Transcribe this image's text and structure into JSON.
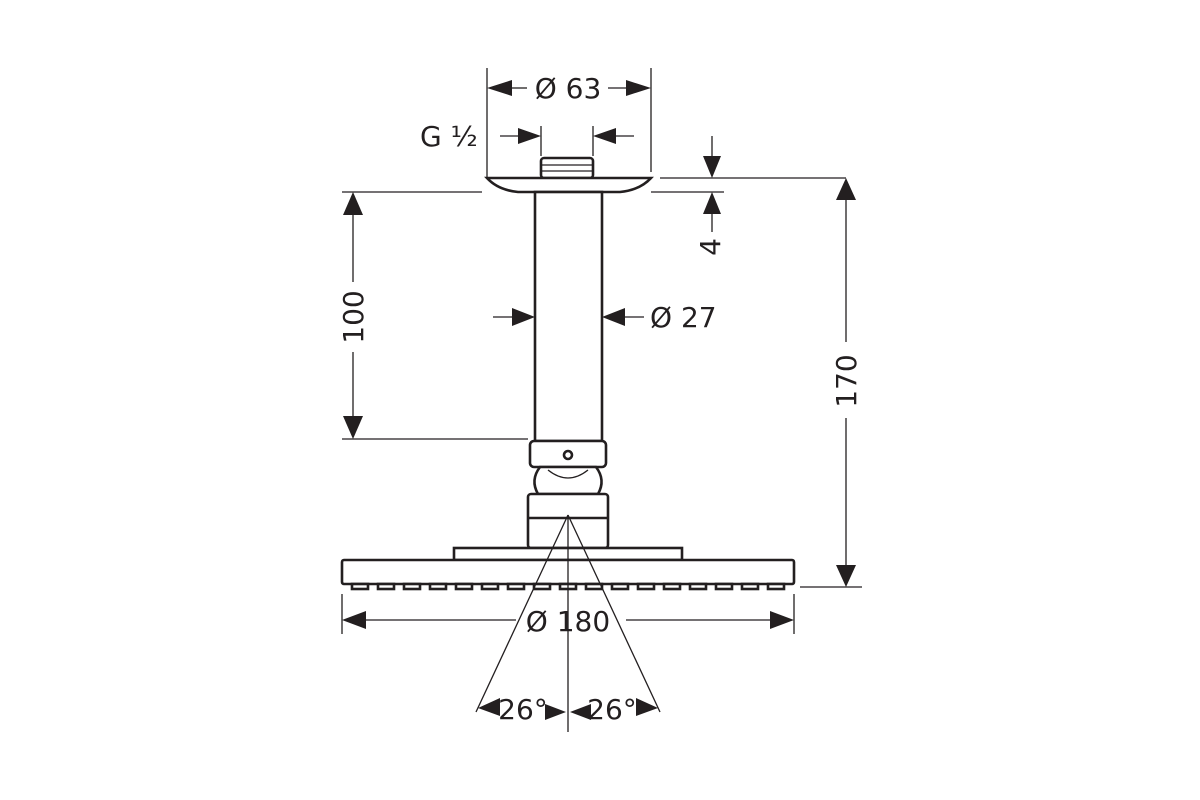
{
  "drawing": {
    "line_color": "#231f20",
    "background": "#ffffff",
    "dimensions": {
      "flange_diameter": "Ø 63",
      "thread": "G ½",
      "flange_thickness": "4",
      "arm_diameter": "Ø 27",
      "arm_length": "100",
      "total_height": "170",
      "head_diameter": "Ø 180",
      "tilt_left": "26°",
      "tilt_right": "26°"
    }
  }
}
